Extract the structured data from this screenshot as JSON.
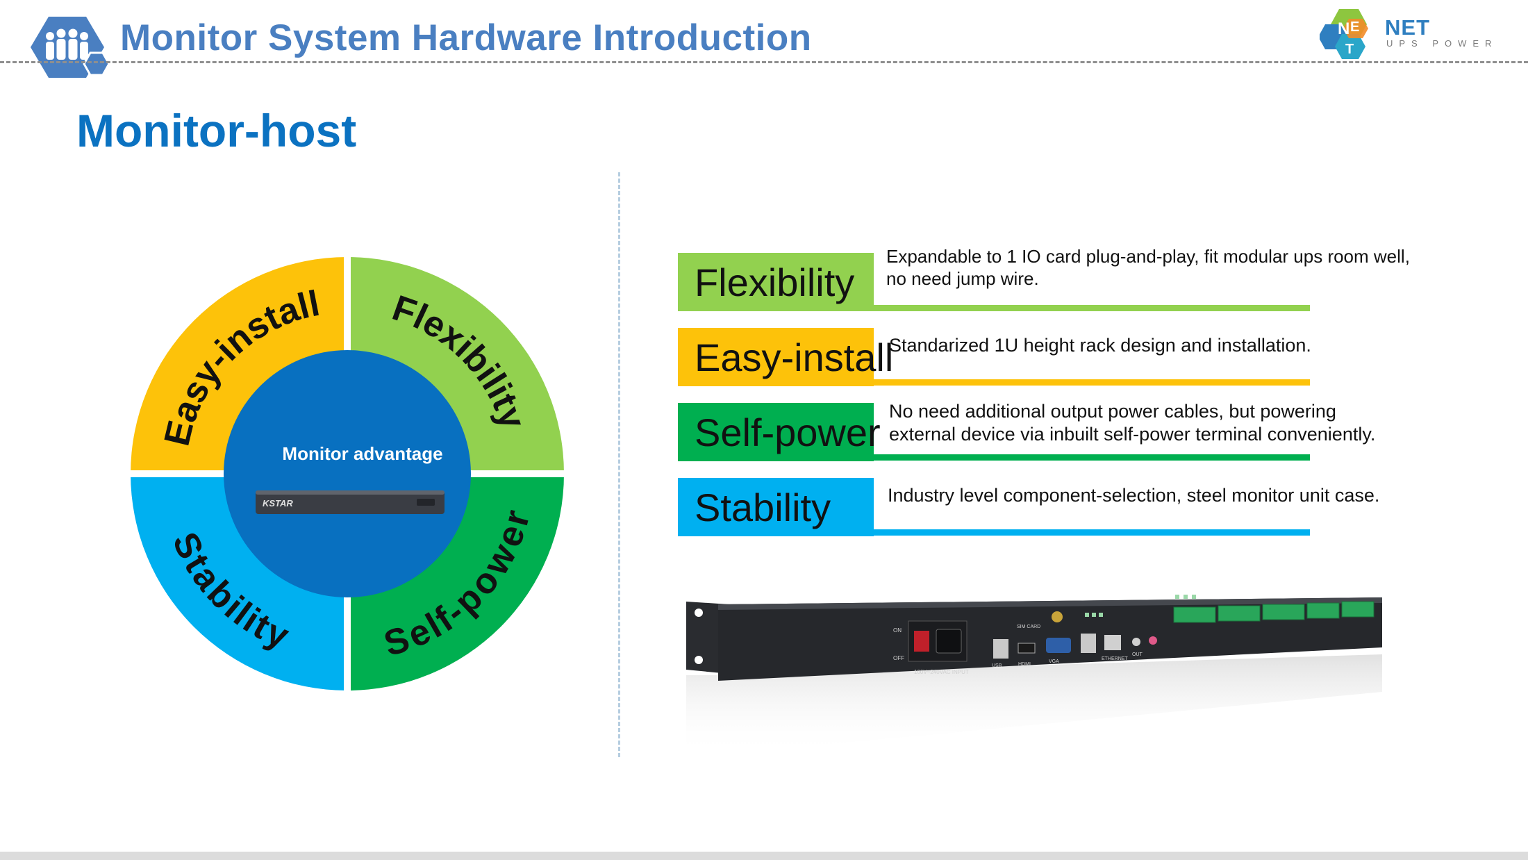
{
  "header": {
    "title": "Monitor System Hardware Introduction",
    "icon": "people-hexagon-icon",
    "logo": {
      "brand": "NET",
      "tagline": "UPS POWER"
    }
  },
  "section_title": "Monitor-host",
  "diagram": {
    "center_label": "Monitor advantage",
    "device_brand": "KSTAR",
    "quadrants": [
      {
        "label": "Easy-install",
        "color": "#fdc20a"
      },
      {
        "label": "Flexibility",
        "color": "#92d14f"
      },
      {
        "label": "Stability",
        "color": "#00b0f0"
      },
      {
        "label": "Self-power",
        "color": "#00af50"
      }
    ],
    "center_color": "#0870c0"
  },
  "features": [
    {
      "label": "Flexibility",
      "color": "#92d14f",
      "desc": [
        "Expandable to 1 IO card plug-and-play, fit modular ups room well,",
        "no need jump wire."
      ]
    },
    {
      "label": "Easy-install",
      "color": "#fdc20a",
      "desc": [
        "Standarized 1U height rack design and installation."
      ]
    },
    {
      "label": "Self-power",
      "color": "#00af50",
      "desc": [
        "No need additional output power cables, but powering",
        "external device via inbuilt self-power terminal conveniently."
      ]
    },
    {
      "label": "Stability",
      "color": "#00b0f0",
      "desc": [
        "Industry level component-selection, steel monitor unit case."
      ]
    }
  ],
  "product_panel_labels": {
    "power_input": "100V~240VAC INPUT",
    "on": "ON",
    "off": "OFF",
    "sim_card": "SIM CARD",
    "usb": "USB",
    "hdmi": "HDMI",
    "vga": "VGA",
    "ethernet": "ETHERNET",
    "out": "OUT"
  }
}
